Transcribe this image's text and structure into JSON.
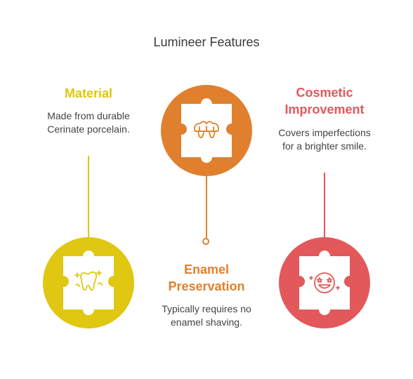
{
  "title": "Lumineer Features",
  "colors": {
    "material": "#e0c712",
    "enamel": "#e0802e",
    "cosmetic": "#e3585a"
  },
  "features": {
    "material": {
      "heading": "Material",
      "description": [
        "Made from durable",
        "Cerinate porcelain."
      ],
      "icon": "sparkling-tooth-icon"
    },
    "enamel": {
      "heading": [
        "Enamel",
        "Preservation"
      ],
      "description": [
        "Typically requires no",
        "enamel shaving."
      ],
      "icon": "dental-crown-icon"
    },
    "cosmetic": {
      "heading": [
        "Cosmetic",
        "Improvement"
      ],
      "description": [
        "Covers imperfections",
        "for a brighter smile."
      ],
      "icon": "star-struck-smile-icon"
    }
  }
}
